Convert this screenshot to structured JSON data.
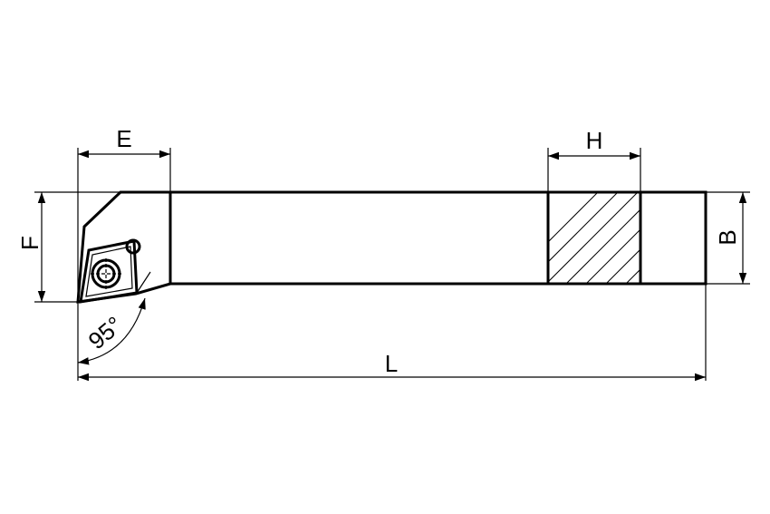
{
  "dimensions": {
    "E": "E",
    "H": "H",
    "F": "F",
    "B": "B",
    "L": "L",
    "angle": "95°"
  },
  "colors": {
    "line": "#000000",
    "background": "#ffffff"
  }
}
